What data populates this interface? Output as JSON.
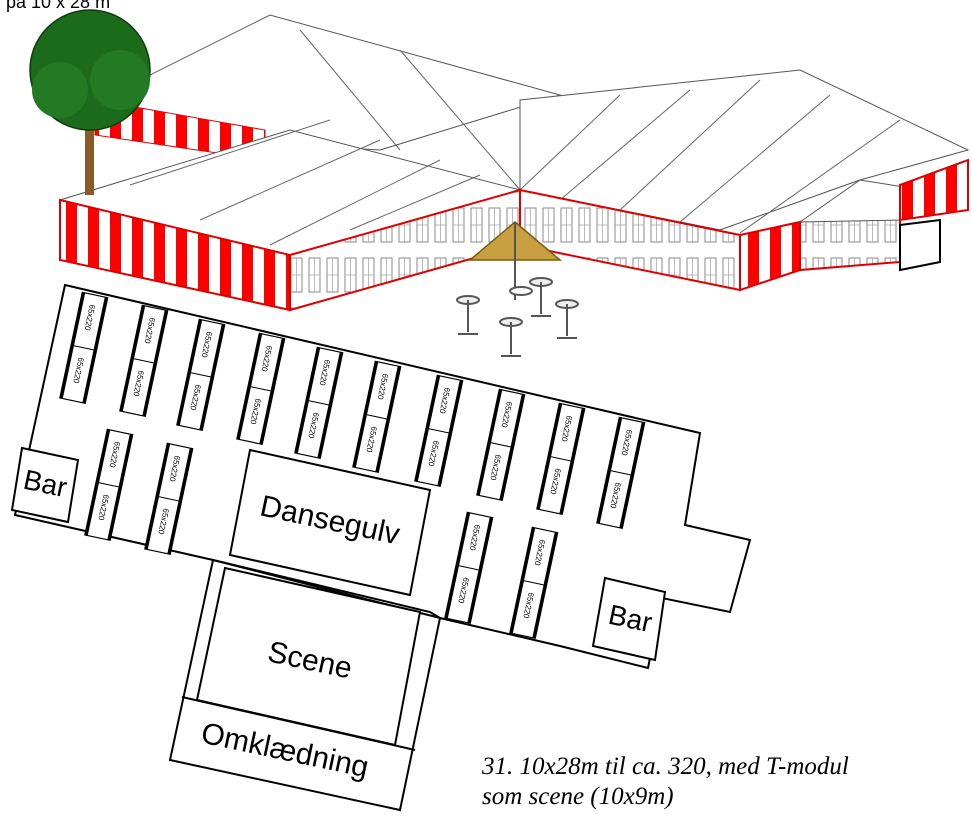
{
  "top_fragment": "på 10 x 28 m",
  "labels": {
    "bar_left": "Bar",
    "bar_right": "Bar",
    "dance_floor": "Dansegulv",
    "stage": "Scene",
    "dressing_room": "Omklædning"
  },
  "table_size_label": "65x220",
  "caption": {
    "line1": "31. 10x28m til ca. 320, med T-modul",
    "line2": "som scene (10x9m)"
  },
  "colors": {
    "stripe_red": "#ff0000",
    "tree_green": "#1b6b1b",
    "trunk_brown": "#8a5a2b",
    "parasol_gold": "#c8a040"
  }
}
